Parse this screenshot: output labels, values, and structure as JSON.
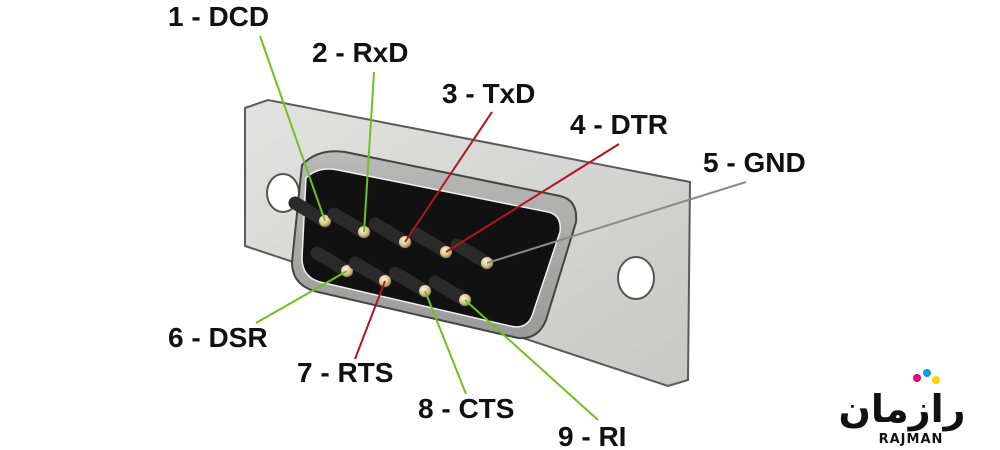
{
  "pins": [
    {
      "label": "1 - DCD",
      "color": "#6cc21f"
    },
    {
      "label": "2 - RxD",
      "color": "#6cc21f"
    },
    {
      "label": "3 - TxD",
      "color": "#b3151a"
    },
    {
      "label": "4 - DTR",
      "color": "#b3151a"
    },
    {
      "label": "5 - GND",
      "color": "#8a8a8a"
    },
    {
      "label": "6 - DSR",
      "color": "#6cc21f"
    },
    {
      "label": "7 - RTS",
      "color": "#b3151a"
    },
    {
      "label": "8 - CTS",
      "color": "#6cc21f"
    },
    {
      "label": "9 - RI",
      "color": "#6cc21f"
    }
  ],
  "logo": {
    "brand_latin": "RAJMAN",
    "brand_script": "رازمان",
    "dot_colors": [
      "#e6007e",
      "#00a0e3",
      "#ffd400"
    ]
  }
}
